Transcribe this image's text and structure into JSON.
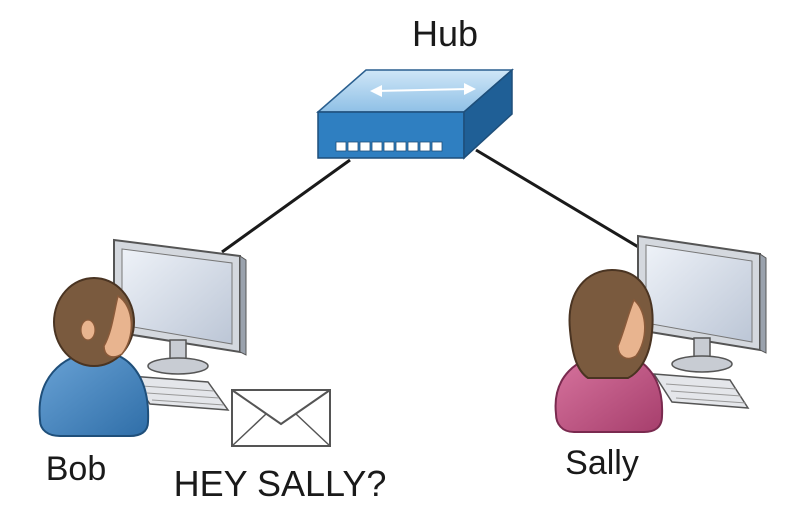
{
  "hub": {
    "label": "Hub"
  },
  "hosts": [
    {
      "name": "Bob"
    },
    {
      "name": "Sally"
    }
  ],
  "message": {
    "text": "HEY SALLY?"
  },
  "icons": {
    "hub": "hub-icon",
    "monitor": "monitor-icon",
    "keyboard": "keyboard-icon",
    "person_male": "person-icon",
    "person_female": "person-icon",
    "envelope": "envelope-icon"
  },
  "colors": {
    "hub_top": "#a9d2ee",
    "hub_front": "#2f7fc1",
    "hub_side": "#1f5f96",
    "cable": "#1a1a1a",
    "bob_shirt": "#4f8fc8",
    "sally_shirt": "#c45a86",
    "hair": "#7a5a3e",
    "skin": "#e8b48f"
  }
}
